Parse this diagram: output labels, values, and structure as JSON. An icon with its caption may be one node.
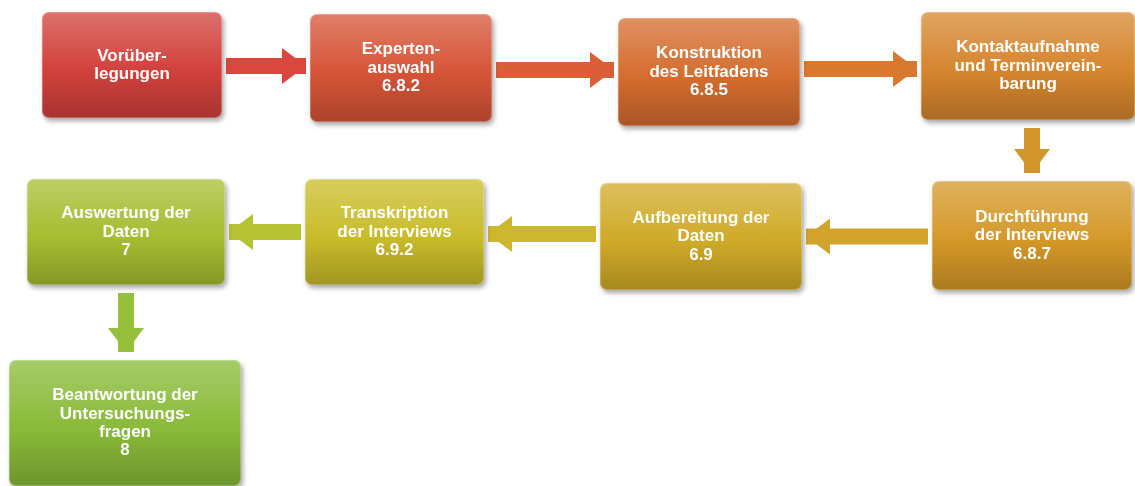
{
  "diagram": {
    "nodes": [
      {
        "text": [
          "Vorüber- legungen"
        ]
      },
      {
        "text": [
          "Experten- auswahl",
          "6.8.2"
        ]
      },
      {
        "text": [
          "Konstruktion des Leitfadens",
          "6.8.5"
        ]
      },
      {
        "text": [
          "Kontaktaufnahme und Terminverein- barung"
        ]
      },
      {
        "text": [
          "Durchführung der Interviews",
          "6.8.7"
        ]
      },
      {
        "text": [
          "Aufbereitung der Daten",
          "6.9"
        ]
      },
      {
        "text": [
          "Transkription der Interviews",
          "6.9.2"
        ]
      },
      {
        "text": [
          "Auswertung der Daten",
          "7"
        ]
      },
      {
        "text": [
          "Beantwortung der Untersuchungs- fragen",
          "8"
        ]
      }
    ],
    "edges": [
      {
        "from": 0,
        "to": 1,
        "arrow": "to",
        "color": "#d9473f"
      },
      {
        "from": 1,
        "to": 2,
        "arrow": "to",
        "color": "#da5f38"
      },
      {
        "from": 2,
        "to": 3,
        "arrow": "to",
        "color": "#d9792f"
      },
      {
        "from": 3,
        "to": 4,
        "arrow": "to",
        "color": "#d4952c"
      },
      {
        "from": 4,
        "to": 5,
        "arrow": "to",
        "color": "#d2a42b"
      },
      {
        "from": 5,
        "to": 6,
        "arrow": "to",
        "color": "#cdb72e"
      },
      {
        "from": 6,
        "to": 7,
        "arrow": "to",
        "color": "#b4c234"
      },
      {
        "from": 7,
        "to": 8,
        "arrow": "to",
        "color": "#96c03a"
      }
    ]
  }
}
